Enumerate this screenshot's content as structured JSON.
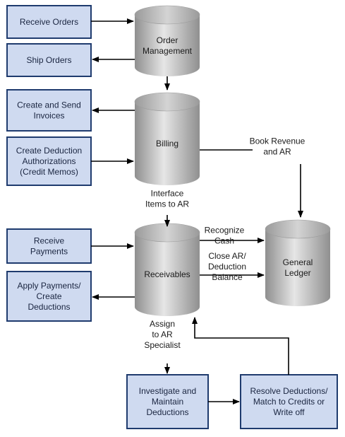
{
  "colors": {
    "box_fill": "#cfdaf0",
    "box_stroke": "#1f3b6e",
    "cylinder_light": "#e6e6e6",
    "cylinder_dark": "#8f8f8f",
    "line": "#000000"
  },
  "nodes": {
    "receive_orders": [
      "Receive Orders"
    ],
    "ship_orders": [
      "Ship Orders"
    ],
    "create_send_invoices": [
      "Create and Send",
      "Invoices"
    ],
    "create_deduction_auth": [
      "Create Deduction",
      "Authorizations",
      "(Credit Memos)"
    ],
    "receive_payments": [
      "Receive",
      "Payments"
    ],
    "apply_payments": [
      "Apply Payments/",
      "Create",
      "Deductions"
    ],
    "investigate": [
      "Investigate and",
      "Maintain",
      "Deductions"
    ],
    "resolve": [
      "Resolve Deductions/",
      "Match to Credits or",
      "Write off"
    ],
    "order_management": [
      "Order",
      "Management"
    ],
    "billing": [
      "Billing"
    ],
    "receivables": [
      "Receivables"
    ],
    "general_ledger": [
      "General",
      "Ledger"
    ]
  },
  "edge_labels": {
    "book_revenue": [
      "Book Revenue",
      "and AR"
    ],
    "interface_items": [
      "Interface",
      "Items to AR"
    ],
    "recognize_cash": [
      "Recognize",
      "Cash"
    ],
    "close_ar": [
      "Close AR/",
      "Deduction",
      "Balance"
    ],
    "assign_specialist": [
      "Assign",
      "to AR",
      "Specialist"
    ]
  }
}
